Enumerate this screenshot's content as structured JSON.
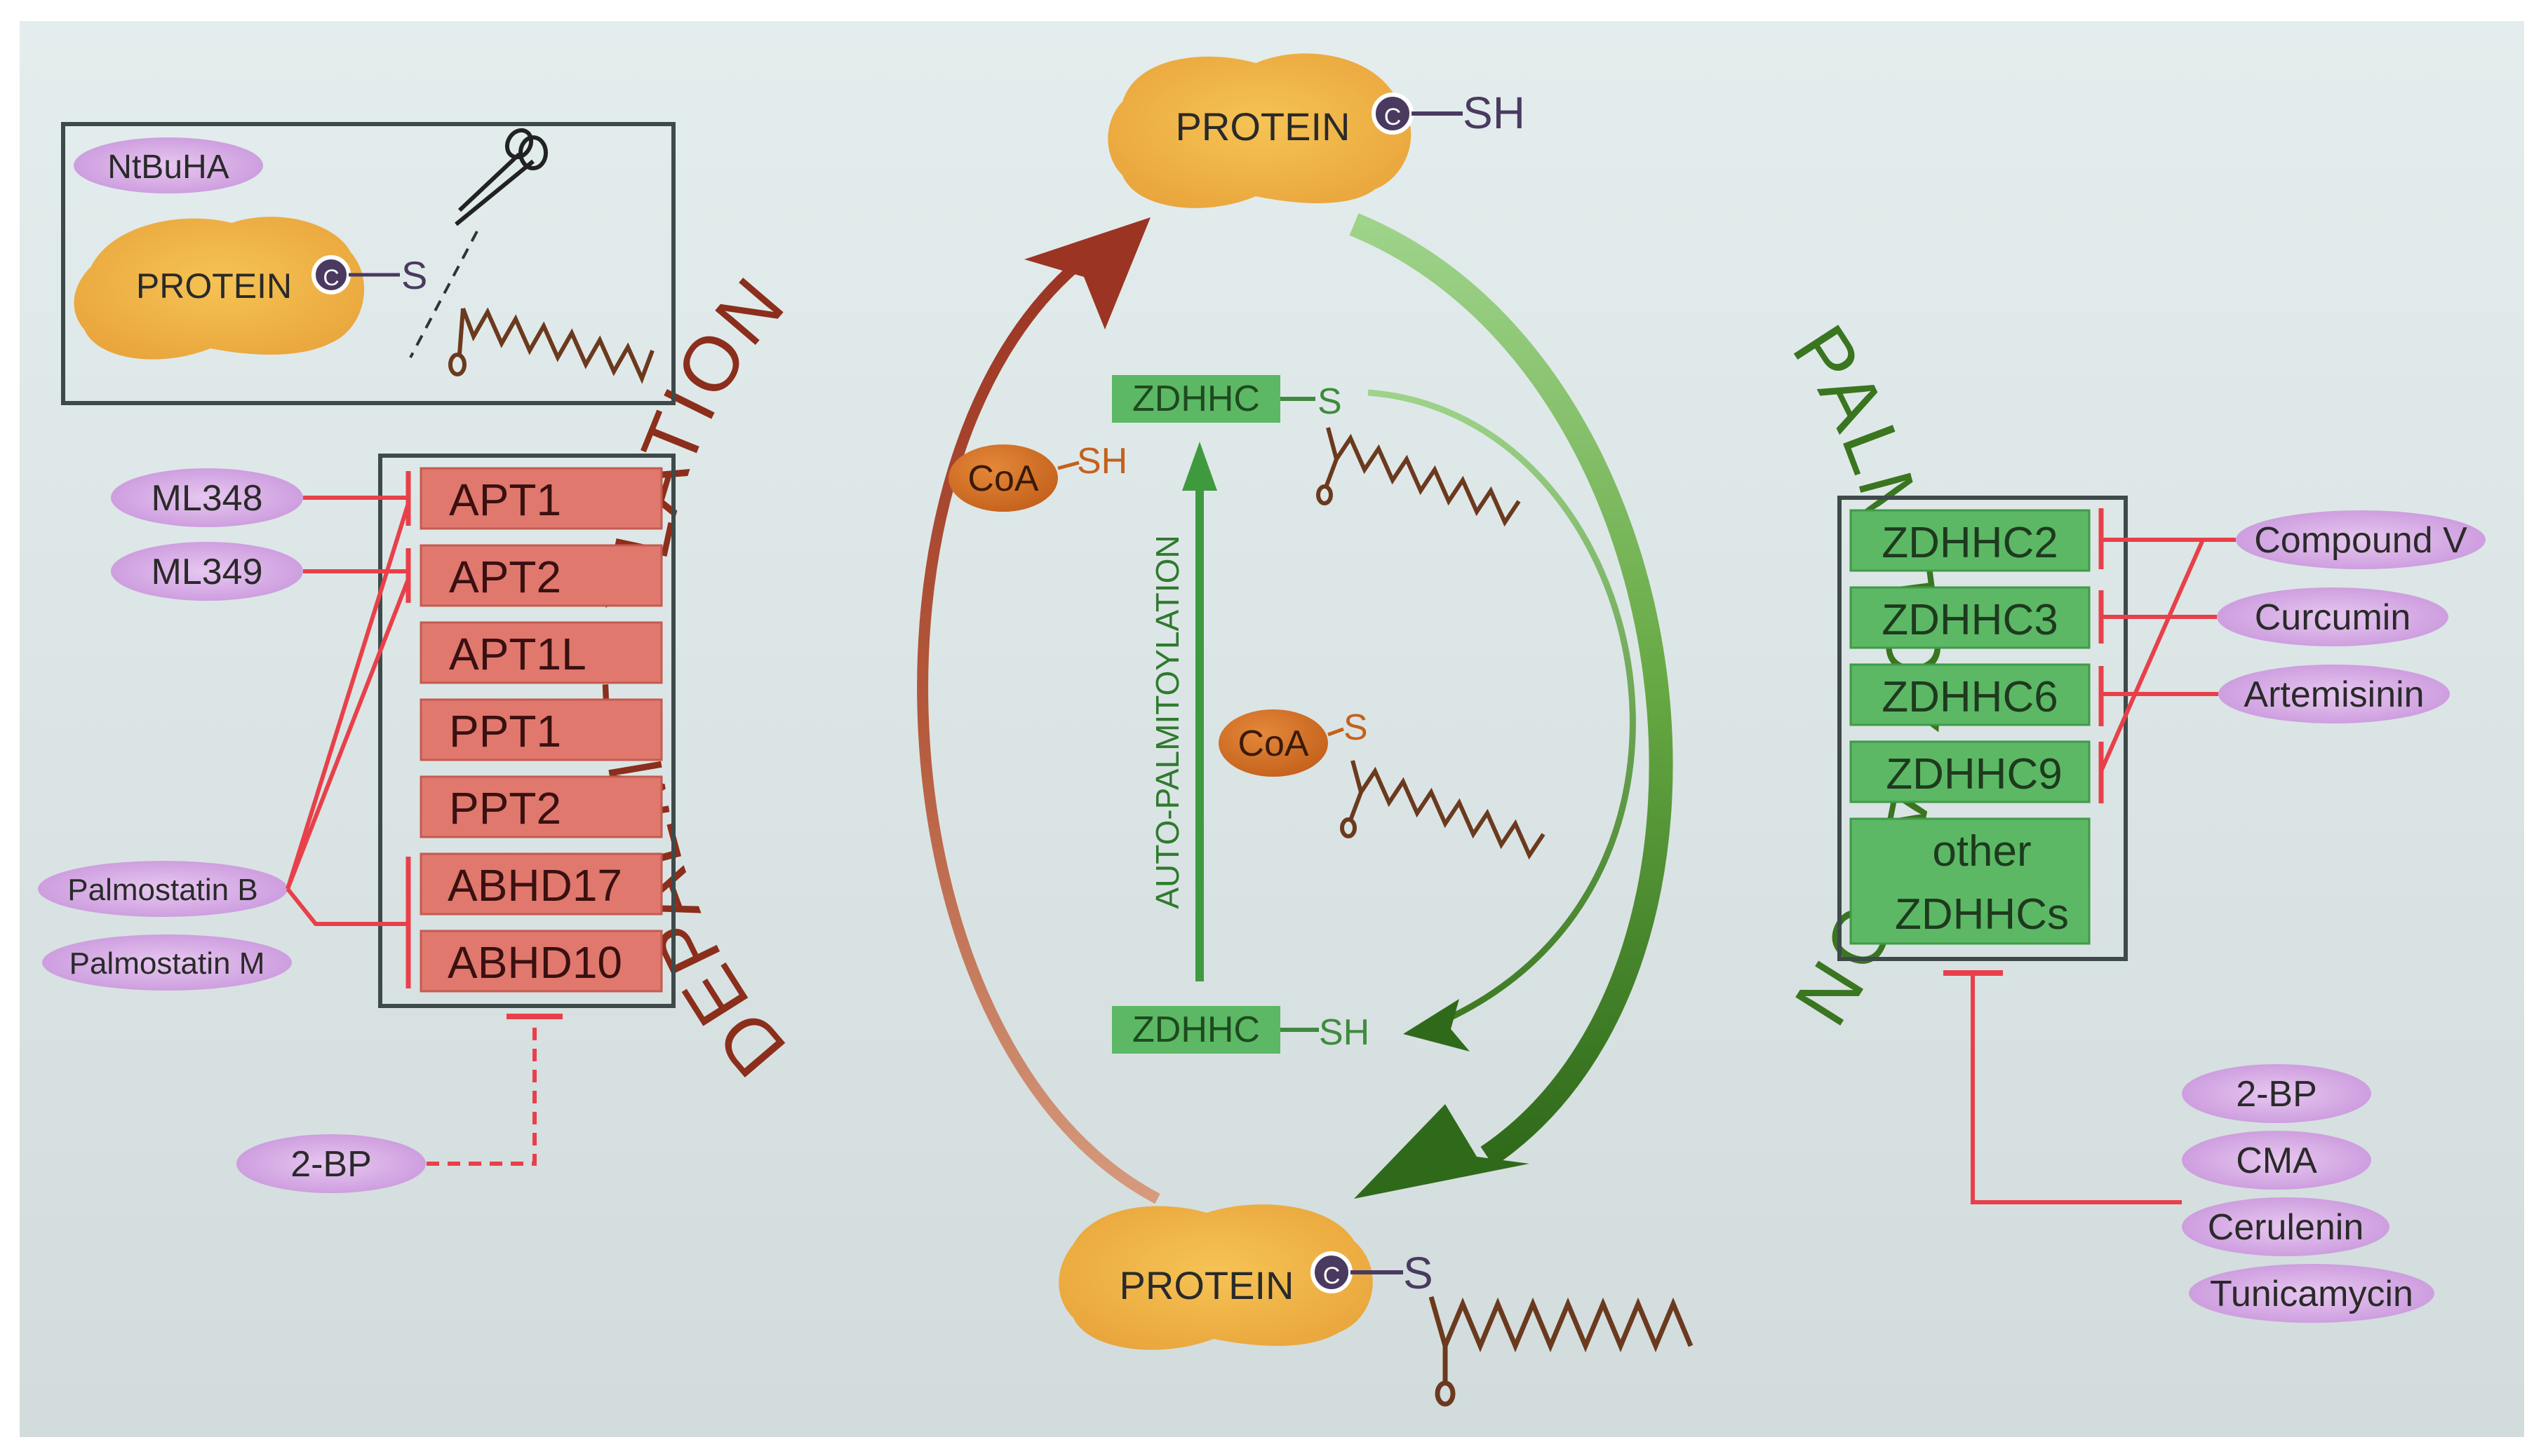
{
  "protein_label": "PROTEIN",
  "sh_label": "SH",
  "s_label": "S",
  "c_label": "C",
  "coa_label": "CoA",
  "zdhhc_label": "ZDHHC",
  "depalmitoylation_label": "DEPALMITOYLATION",
  "palmitoylation_label": "PALMITOYLATION",
  "auto_palmitoylation_label": "AUTO-PALMITOYLATION",
  "ntbuha_label": "NtBuHA",
  "depalm_enzymes": [
    "APT1",
    "APT2",
    "APT1L",
    "PPT1",
    "PPT2",
    "ABHD17",
    "ABHD10"
  ],
  "depalm_inhibitors": [
    "ML348",
    "ML349",
    "Palmostatin B",
    "Palmostatin M",
    "2-BP"
  ],
  "palm_enzymes": [
    "ZDHHC2",
    "ZDHHC3",
    "ZDHHC6",
    "ZDHHC9",
    "other",
    "ZDHHCs"
  ],
  "palm_specific_inhibitors": [
    "Compound V",
    "Curcumin",
    "Artemisinin"
  ],
  "palm_general_inhibitors": [
    "2-BP",
    "CMA",
    "Cerulenin",
    "Tunicamycin"
  ],
  "colors": {
    "background": "#dfe8e8",
    "protein": "#f2b84a",
    "depalm_arrow": "#9b3c28",
    "palm_arrow": "#3f7a24",
    "zdhhc_box": "#5cb865",
    "enzyme_box": "#e0786e",
    "inhibitor_pill": "#d6a9e3",
    "inhibitor_line": "#e8404a",
    "coa": "#d26d24",
    "chain": "#6b3a1e"
  }
}
